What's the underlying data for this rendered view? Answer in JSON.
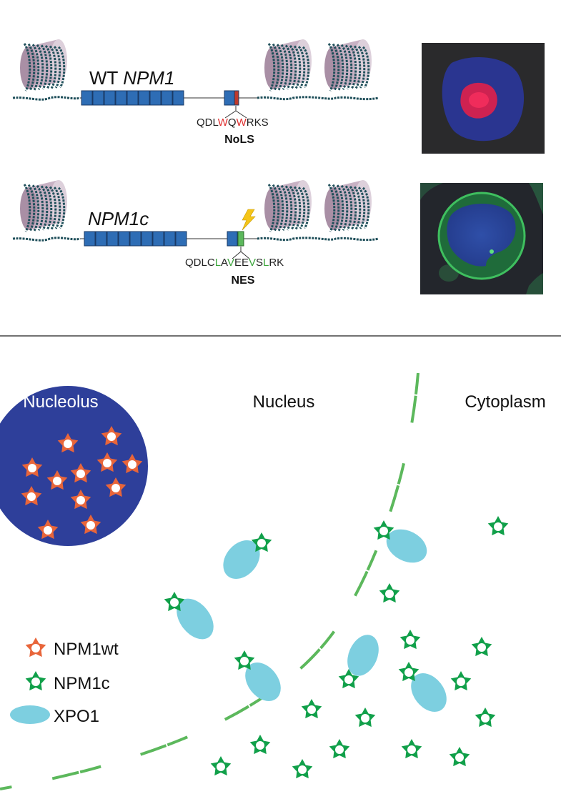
{
  "top": {
    "wt": {
      "title_prefix": "WT ",
      "title_gene": "NPM1",
      "sequence": [
        {
          "t": "QDL",
          "c": "#222222"
        },
        {
          "t": "W",
          "c": "#e03030"
        },
        {
          "t": "Q",
          "c": "#222222"
        },
        {
          "t": "W",
          "c": "#e03030"
        },
        {
          "t": "RKS",
          "c": "#222222"
        }
      ],
      "signal": "NoLS",
      "marker_color": "#c0392b"
    },
    "mut": {
      "title_gene": "NPM1c",
      "sequence": [
        {
          "t": "QDLC",
          "c": "#222222"
        },
        {
          "t": "L",
          "c": "#3aa53a"
        },
        {
          "t": "A",
          "c": "#222222"
        },
        {
          "t": "V",
          "c": "#3aa53a"
        },
        {
          "t": "EE",
          "c": "#222222"
        },
        {
          "t": "V",
          "c": "#3aa53a"
        },
        {
          "t": "S",
          "c": "#222222"
        },
        {
          "t": "L",
          "c": "#3aa53a"
        },
        {
          "t": "RK",
          "c": "#222222"
        }
      ],
      "signal": "NES",
      "marker_color": "#5cb85c"
    },
    "exon_color": "#2e6db5",
    "histone_color": "#c8b2c4",
    "dna_color": "#1f4f5a",
    "lightning_color": "#f5c518"
  },
  "bottom": {
    "labels": {
      "nucleolus": "Nucleolus",
      "nucleus": "Nucleus",
      "cytoplasm": "Cytoplasm"
    },
    "legend": {
      "npm1wt": "NPM1wt",
      "npm1c": "NPM1c",
      "xpo1": "XPO1"
    },
    "colors": {
      "nucleolus": "#2e3f9a",
      "npm1wt": "#e8653a",
      "npm1c": "#11a04a",
      "xpo1": "#7dcfe0",
      "membrane": "#5cb85c"
    }
  }
}
